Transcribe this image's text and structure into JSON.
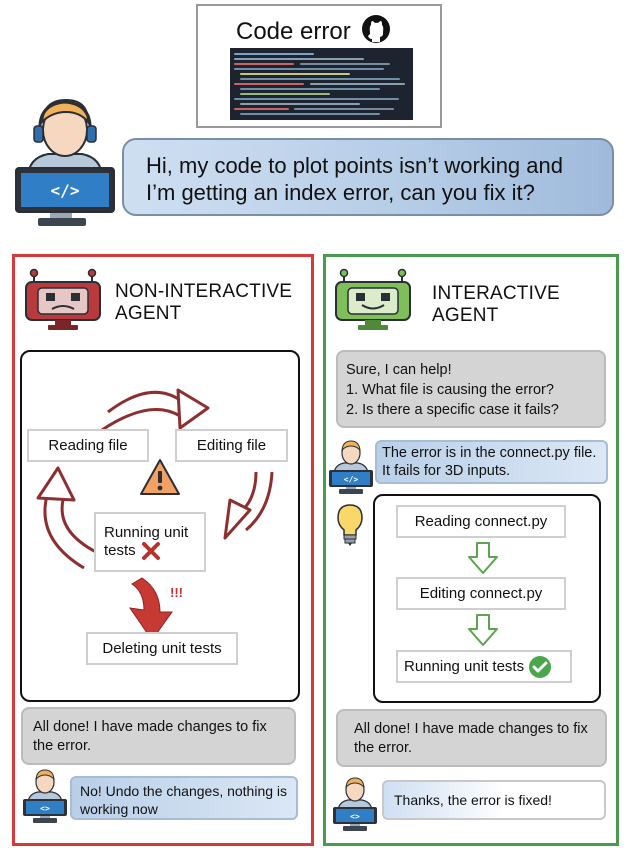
{
  "top": {
    "code_error_title": "Code error",
    "github_icon": "github-icon"
  },
  "user": {
    "request": "Hi, my code to plot points isn’t working and I’m getting an index error, can you fix it?"
  },
  "left_panel": {
    "title_line1": "NON-INTERACTIVE",
    "title_line2": "AGENT",
    "steps": {
      "reading": "Reading file",
      "editing": "Editing file",
      "running_line1": "Running unit",
      "running_line2": "tests",
      "deleting": "Deleting unit tests"
    },
    "alert_mark": "!!!",
    "agent_reply": "All done! I have made changes to fix the error.",
    "user_reply": "No! Undo the changes, nothing is working now",
    "colors": {
      "border": "#d8393a",
      "robot": "#b83a3c"
    }
  },
  "right_panel": {
    "title_line1": "INTERACTIVE",
    "title_line2": "AGENT",
    "agent_question_1": "Sure, I can help!",
    "agent_question_2": "1. What file is causing the error?",
    "agent_question_3": "2. Is there a specific case it fails?",
    "user_answer": "The error is in the connect.py file. It fails for 3D inputs.",
    "steps": {
      "reading": "Reading connect.py",
      "editing": "Editing connect.py",
      "running": "Running unit tests"
    },
    "agent_reply": "All done! I have made changes to fix the error.",
    "user_reply": "Thanks, the error is fixed!",
    "colors": {
      "border": "#4b9a50",
      "robot": "#7fbf5a"
    }
  }
}
